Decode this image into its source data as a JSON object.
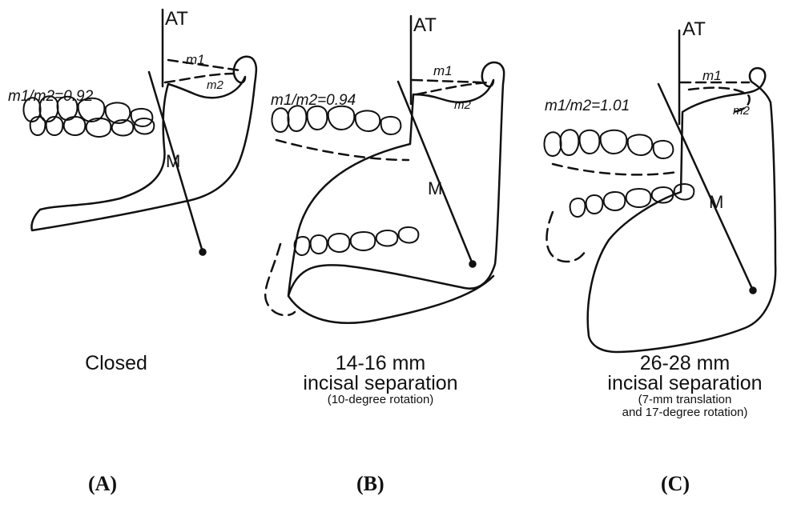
{
  "panels": [
    {
      "axis_label": "AT",
      "m_label": "M",
      "m1_label": "m1",
      "m2_label": "m2",
      "ratio": "m1/m2=0.92",
      "caption": "Closed",
      "caption_lines": [],
      "letter": "(A)"
    },
    {
      "axis_label": "AT",
      "m_label": "M",
      "m1_label": "m1",
      "m2_label": "m2",
      "ratio": "m1/m2=0.94",
      "caption": "14-16 mm",
      "caption_lines": [
        "incisal separation",
        "(10-degree rotation)"
      ],
      "letter": "(B)"
    },
    {
      "axis_label": "AT",
      "m_label": "M",
      "m1_label": "m1",
      "m2_label": "m2",
      "ratio": "m1/m2=1.01",
      "caption": "26-28 mm",
      "caption_lines": [
        "incisal separation",
        "(7-mm translation",
        "and 17-degree rotation)"
      ],
      "letter": "(C)"
    }
  ]
}
